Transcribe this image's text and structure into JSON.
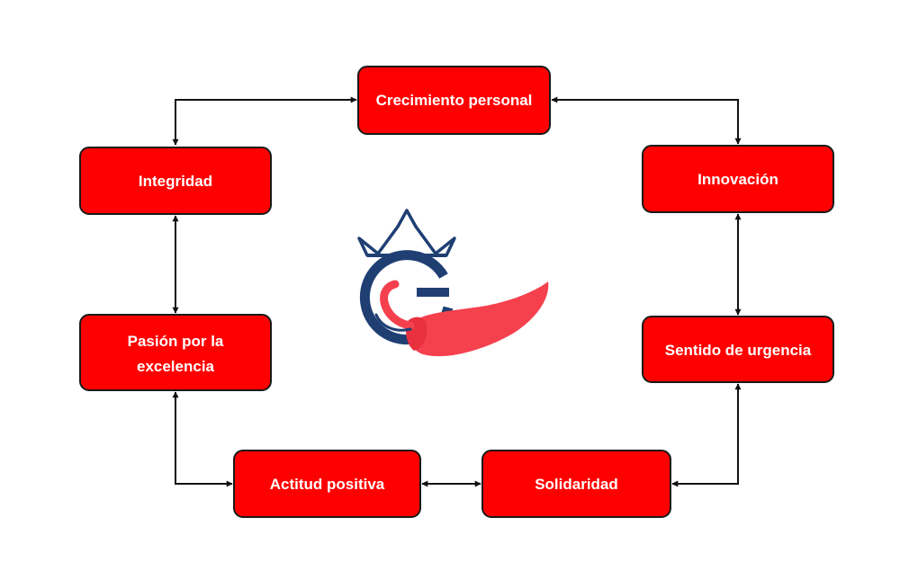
{
  "diagram": {
    "colors": {
      "node_fill": "#ff0000",
      "node_stroke": "#1a1a1a",
      "connector": "#111111",
      "logo_navy": "#1f3f73",
      "logo_red": "#f5404d"
    },
    "nodes": {
      "crecimiento": {
        "label_lines": [
          "Crecimiento personal"
        ]
      },
      "integridad": {
        "label_lines": [
          "Integridad"
        ]
      },
      "innovacion": {
        "label_lines": [
          "Innovación"
        ]
      },
      "pasion": {
        "label_lines": [
          "Pasión por la",
          "excelencia"
        ]
      },
      "urgencia": {
        "label_lines": [
          "Sentido de urgencia"
        ]
      },
      "actitud": {
        "label_lines": [
          "Actitud positiva"
        ]
      },
      "solidaridad": {
        "label_lines": [
          "Solidaridad"
        ]
      }
    },
    "logo": {
      "icon": "crown-g-chili-logo",
      "letter": "G"
    }
  }
}
